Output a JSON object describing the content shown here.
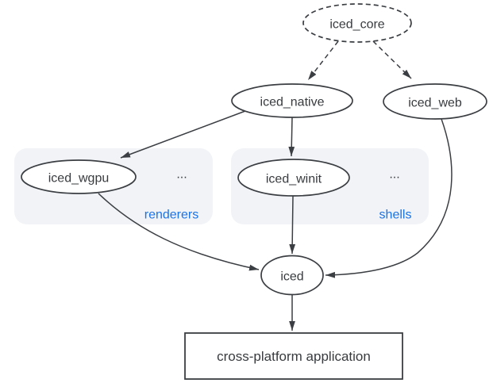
{
  "nodes": {
    "core": {
      "label": "iced_core"
    },
    "native": {
      "label": "iced_native"
    },
    "web": {
      "label": "iced_web"
    },
    "wgpu": {
      "label": "iced_wgpu"
    },
    "winit": {
      "label": "iced_winit"
    },
    "iced": {
      "label": "iced"
    },
    "application": {
      "label": "cross-platform application"
    }
  },
  "groups": {
    "renderers": {
      "label": "renderers",
      "ellipsis": "..."
    },
    "shells": {
      "label": "shells",
      "ellipsis": "..."
    }
  },
  "colors": {
    "node_stroke": "#3b3e42",
    "text": "#383b3e",
    "group_fill": "#f1f3f7",
    "group_label": "#1a73e8",
    "background": "#ffffff"
  }
}
